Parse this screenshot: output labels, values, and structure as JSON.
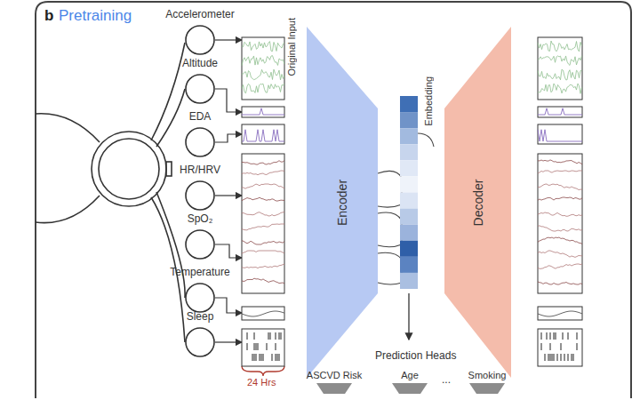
{
  "diagram": {
    "title": "Pretraining",
    "nodes": [
      {
        "text": [
          "Accelerometer"
        ]
      },
      {
        "text": [
          "Altitude"
        ]
      },
      {
        "text": [
          "EDA"
        ]
      },
      {
        "text": [
          "HR/HRV"
        ]
      },
      {
        "text": [
          "SpO₂"
        ]
      },
      {
        "text": [
          "Temperature"
        ]
      },
      {
        "text": [
          "Sleep"
        ]
      },
      {
        "text": [
          "Encoder"
        ]
      },
      {
        "text": [
          "Embedding"
        ]
      },
      {
        "text": [
          "Decoder"
        ]
      },
      {
        "text": [
          "ASCVD Risk"
        ]
      },
      {
        "text": [
          "Age"
        ]
      },
      {
        "text": [
          "Smoking"
        ]
      }
    ],
    "labels": [
      "b",
      "Original Input",
      "24 Hrs",
      "Prediction Heads",
      "..."
    ]
  }
}
